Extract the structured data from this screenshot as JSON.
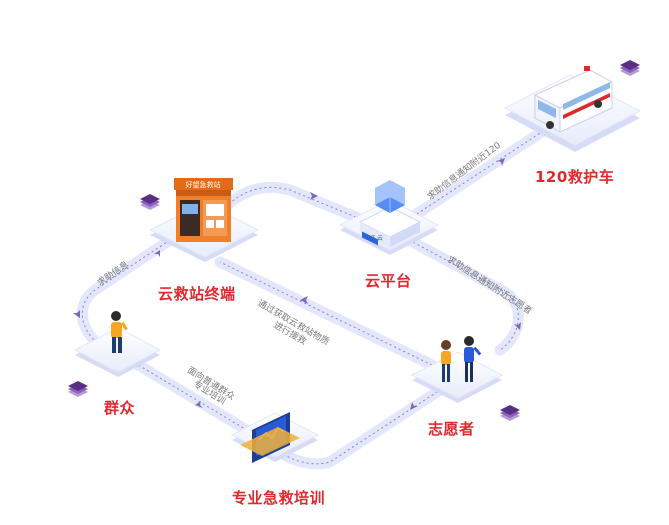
{
  "nodes": {
    "kiosk": {
      "label": "云救站终端",
      "sign": "好望急救站"
    },
    "cloud": {
      "label": "云平台",
      "screen": "IoT 云"
    },
    "ambulance": {
      "label": "120救护车"
    },
    "crowd": {
      "label": "群众"
    },
    "volunteer": {
      "label": "志愿者"
    },
    "training": {
      "label": "专业急救培训"
    }
  },
  "edges": {
    "crowd_to_kiosk": "求助信息",
    "cloud_to_ambulance": "求助信息通知附近120",
    "cloud_to_volunteer": "求助信息通知附近志愿者",
    "volunteer_to_kiosk_line1": "通过获取云救站物质",
    "volunteer_to_kiosk_line2": "进行援救",
    "crowd_to_training_line1": "面向普通群众",
    "crowd_to_training_line2": "专业培训"
  },
  "colors": {
    "accent": "#e0292f",
    "path": "#dfe4fb",
    "arrow": "#7a6bb5",
    "platform": "#f4f6fe",
    "cube": "#5a2e82",
    "kiosk": "#f07f2a"
  }
}
